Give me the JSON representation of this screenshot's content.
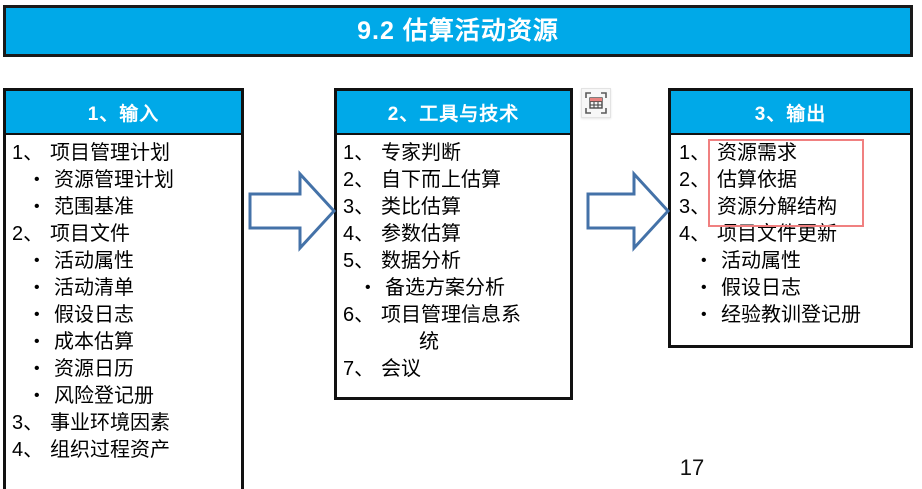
{
  "slide": {
    "title": "9.2 估算活动资源",
    "page_number": "17",
    "accent_color": "#00A9E8",
    "highlight_color": "#F08080",
    "arrow_color": "#4472A8",
    "border_color": "#111111",
    "title_text_color": "#FFFFFF"
  },
  "columns": {
    "input": {
      "header": "1、输入",
      "items": [
        {
          "num": "1、",
          "text": "项目管理计划",
          "level": 0
        },
        {
          "num": "•",
          "text": "资源管理计划",
          "level": 1
        },
        {
          "num": "•",
          "text": "范围基准",
          "level": 1
        },
        {
          "num": "2、",
          "text": "项目文件",
          "level": 0
        },
        {
          "num": "•",
          "text": "活动属性",
          "level": 1
        },
        {
          "num": "•",
          "text": "活动清单",
          "level": 1
        },
        {
          "num": "•",
          "text": "假设日志",
          "level": 1
        },
        {
          "num": "•",
          "text": "成本估算",
          "level": 1
        },
        {
          "num": "•",
          "text": "资源日历",
          "level": 1
        },
        {
          "num": "•",
          "text": "风险登记册",
          "level": 1
        },
        {
          "num": "3、",
          "text": "事业环境因素",
          "level": 0
        },
        {
          "num": "4、",
          "text": "组织过程资产",
          "level": 0
        }
      ]
    },
    "tools": {
      "header": "2、工具与技术",
      "items": [
        {
          "num": "1、",
          "text": "专家判断",
          "level": 0
        },
        {
          "num": "2、",
          "text": "自下而上估算",
          "level": 0
        },
        {
          "num": "3、",
          "text": "类比估算",
          "level": 0
        },
        {
          "num": "4、",
          "text": "参数估算",
          "level": 0
        },
        {
          "num": "5、",
          "text": "数据分析",
          "level": 0
        },
        {
          "num": "•",
          "text": "备选方案分析",
          "level": 1
        },
        {
          "num": "6、",
          "text": "项目管理信息系",
          "level": 0
        },
        {
          "num": "",
          "text": "统",
          "level": 2
        },
        {
          "num": "7、",
          "text": "会议",
          "level": 0
        }
      ]
    },
    "output": {
      "header": "3、输出",
      "items": [
        {
          "num": "1、",
          "text": "资源需求",
          "level": 0
        },
        {
          "num": "2、",
          "text": "估算依据",
          "level": 0
        },
        {
          "num": "3、",
          "text": "资源分解结构",
          "level": 0
        },
        {
          "num": "4、",
          "text": "项目文件更新",
          "level": 0
        },
        {
          "num": "•",
          "text": "活动属性",
          "level": 1
        },
        {
          "num": "•",
          "text": "假设日志",
          "level": 1
        },
        {
          "num": "•",
          "text": "经验教训登记册",
          "level": 1
        }
      ]
    }
  },
  "icons": {
    "picture_placeholder": "picture-placeholder-icon",
    "arrow_input_to_tools": "right-arrow-icon",
    "arrow_tools_to_output": "right-arrow-icon"
  }
}
